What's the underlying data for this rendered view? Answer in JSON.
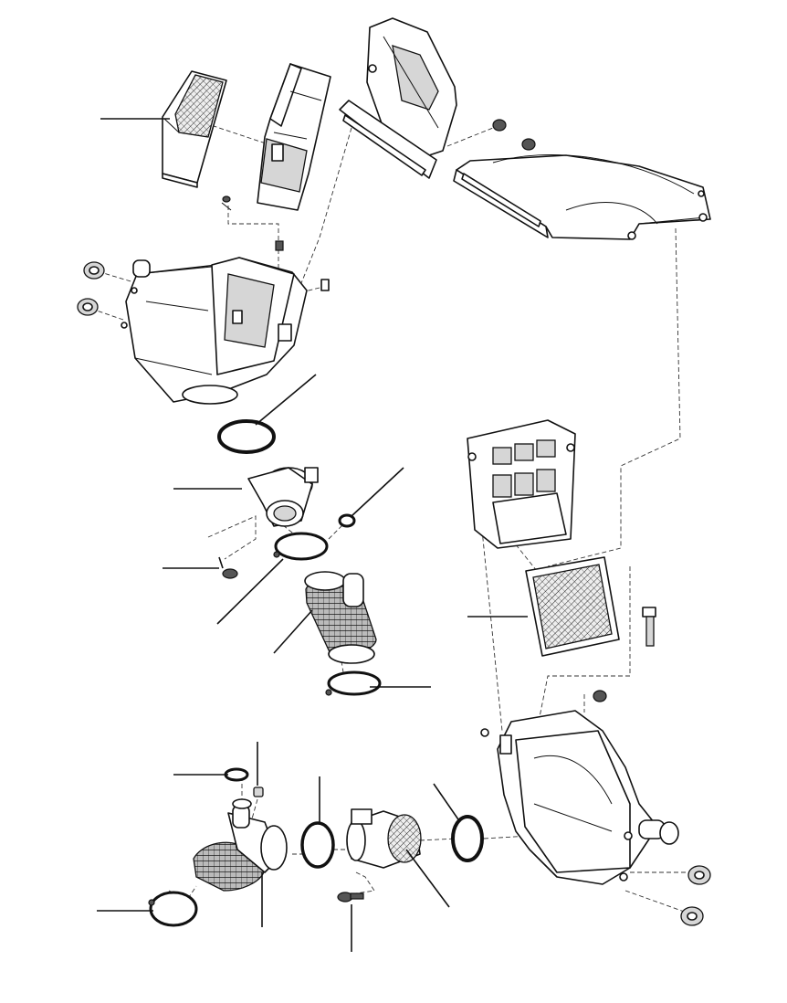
{
  "diagram": {
    "kind": "exploded-parts-view",
    "subject": "air-intake-assemblies",
    "callout_count": 15,
    "line_color": "#111111",
    "background": "#ffffff"
  }
}
